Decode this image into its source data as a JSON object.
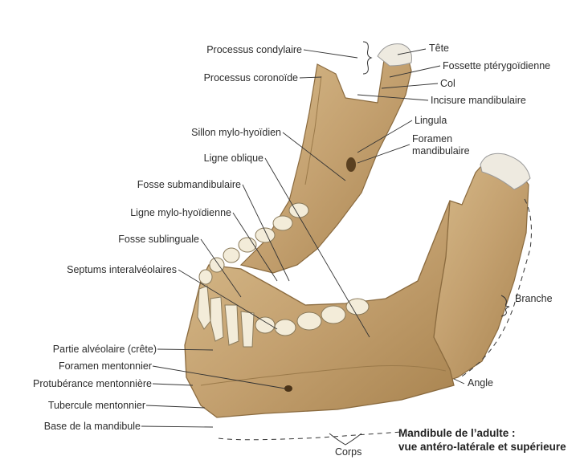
{
  "labels_left": [
    {
      "id": "processus-condylaire",
      "text": "Processus condylaire"
    },
    {
      "id": "processus-coronoide",
      "text": "Processus coronoïde"
    },
    {
      "id": "sillon-mylo-hyoidien",
      "text": "Sillon mylo-hyoïdien"
    },
    {
      "id": "ligne-oblique",
      "text": "Ligne oblique"
    },
    {
      "id": "fosse-submandibulaire",
      "text": "Fosse submandibulaire"
    },
    {
      "id": "ligne-mylo-hyoidienne",
      "text": "Ligne mylo-hyoïdienne"
    },
    {
      "id": "fosse-sublinguale",
      "text": "Fosse sublinguale"
    },
    {
      "id": "septums-interalveolaires",
      "text": "Septums interalvéolaires"
    },
    {
      "id": "partie-alveolaire",
      "text": "Partie alvéolaire (crête)"
    },
    {
      "id": "foramen-mentonnier",
      "text": "Foramen mentonnier"
    },
    {
      "id": "protuberance-mentonniere",
      "text": "Protubérance mentonnière"
    },
    {
      "id": "tubercule-mentonnier",
      "text": "Tubercule mentonnier"
    },
    {
      "id": "base-mandibule",
      "text": "Base de la mandibule"
    }
  ],
  "labels_right": [
    {
      "id": "tete",
      "text": "Tête"
    },
    {
      "id": "fossette-pterygoidienne",
      "text": "Fossette ptérygoïdienne"
    },
    {
      "id": "col",
      "text": "Col"
    },
    {
      "id": "incisure-mandibulaire",
      "text": "Incisure mandibulaire"
    },
    {
      "id": "lingula",
      "text": "Lingula"
    },
    {
      "id": "foramen-mandibulaire-1",
      "text": "Foramen"
    },
    {
      "id": "foramen-mandibulaire-2",
      "text": "mandibulaire"
    },
    {
      "id": "branche",
      "text": "Branche"
    },
    {
      "id": "angle",
      "text": "Angle"
    },
    {
      "id": "corps",
      "text": "Corps"
    }
  ],
  "caption": {
    "line1": "Mandibule de l’adulte :",
    "line2": "vue antéro-latérale et supérieure"
  },
  "colors": {
    "bone": "#c9a877",
    "bone_dark": "#8a6a3e",
    "cartilage": "#eeeae0",
    "tooth": "#f3ecd9",
    "line": "#333333"
  }
}
